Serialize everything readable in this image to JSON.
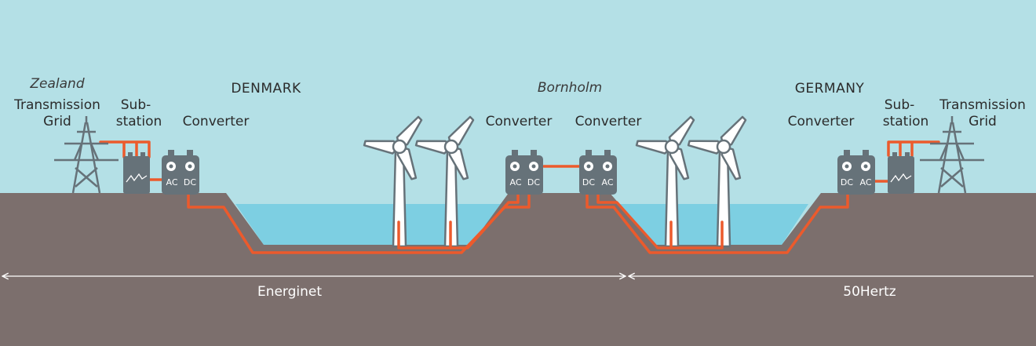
{
  "labels": {
    "zealand": "Zealand",
    "transmission_left_1": "Transmission",
    "transmission_left_2": "Grid",
    "substation_left_1": "Sub-",
    "substation_left_2": "station",
    "converter_left": "Converter",
    "denmark": "DENMARK",
    "bornholm": "Bornholm",
    "converter_bornholm_left": "Converter",
    "converter_bornholm_right": "Converter",
    "germany": "GERMANY",
    "converter_right": "Converter",
    "substation_right_1": "Sub-",
    "substation_right_2": "station",
    "transmission_right_1": "Transmission",
    "transmission_right_2": "Grid"
  },
  "converters": {
    "denmark": {
      "left": "AC",
      "right": "DC"
    },
    "bornholm_west": {
      "left": "AC",
      "right": "DC"
    },
    "bornholm_east": {
      "left": "DC",
      "right": "AC"
    },
    "germany": {
      "left": "DC",
      "right": "AC"
    }
  },
  "operators": {
    "left": "Energinet",
    "right": "50Hertz"
  },
  "colors": {
    "sky": "#b4e0e6",
    "ground": "#7c6f6d",
    "water": "#7dcfe2",
    "cable": "#ec5a2c",
    "equipment": "#667279",
    "turbine": "#ffffff",
    "turbine_outline": "#667279"
  }
}
